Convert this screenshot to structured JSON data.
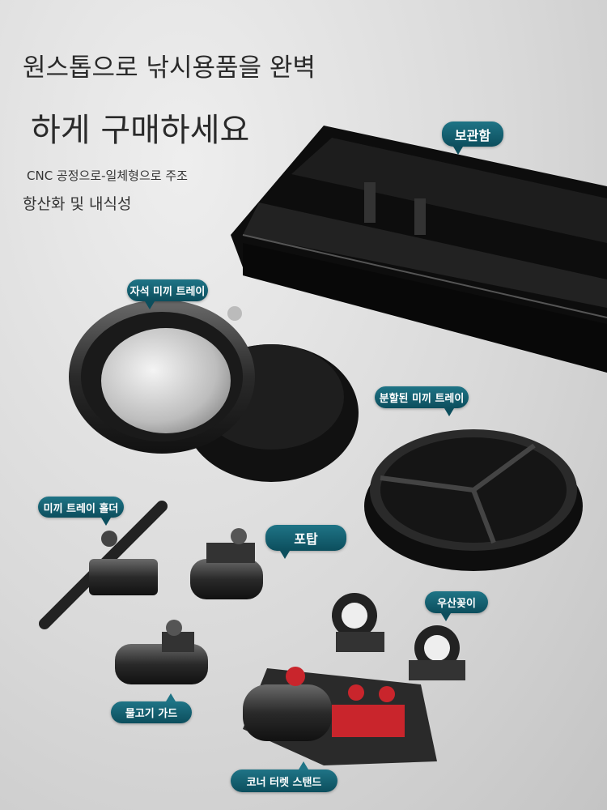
{
  "headline": {
    "line1": "원스톱으로 낚시용품을 완벽",
    "line2": "하게 구매하세요",
    "sub1": "CNC 공정으로-일체형으로 주조",
    "sub2": "항산화 및 내식성"
  },
  "labels": {
    "storage_box": "보관함",
    "magnetic_bait_tray": "자석 미끼 트레이",
    "divided_bait_tray": "분할된 미끼 트레이",
    "bait_tray_holder": "미끼 트레이 홀더",
    "turret": "포탑",
    "umbrella_holder": "우산꽂이",
    "fish_guard": "물고기 가드",
    "corner_turret_stand": "코너 터렛 스탠드"
  },
  "colors": {
    "bubble": "#0c4e5d",
    "accent_red": "#c9252c"
  }
}
